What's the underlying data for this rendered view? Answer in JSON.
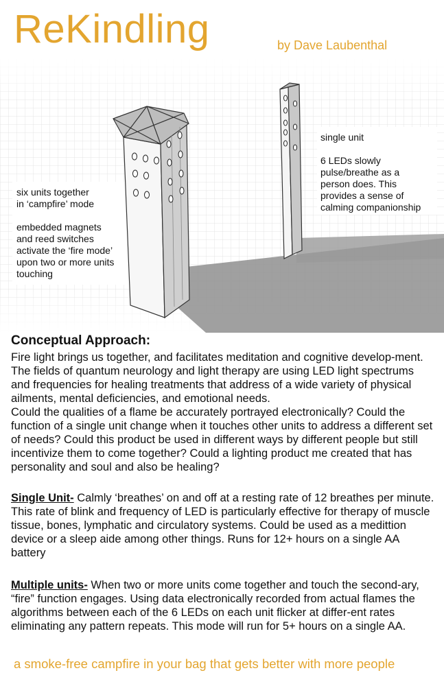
{
  "header": {
    "title": "ReKindling",
    "byline": "by Dave Laubenthal"
  },
  "illustration": {
    "left_annotation": {
      "line1": "six units together",
      "line2": "in ‘campfire’ mode",
      "line3": "embedded magnets",
      "line4": "and reed switches",
      "line5": "activate the ‘fire mode’",
      "line6": "upon two or more units",
      "line7": "touching"
    },
    "right_annotation": {
      "line1": "single unit",
      "line2": "6 LEDs slowly",
      "line3": "pulse/breathe as a",
      "line4": "person does.  This",
      "line5": "provides a sense of",
      "line6": "calming companionship"
    }
  },
  "concept": {
    "heading": "Conceptual Approach:",
    "paragraph": "Fire light brings us together, and facilitates meditation and cognitive develop-ment.  The fields of quantum neurology and light therapy are using LED light spectrums and frequencies for healing treatments that address of a wide variety of physical ailments, mental deficiencies, and emotional needs.",
    "questions": "Could the qualities of a flame be accurately portrayed electronically? Could the function of a single unit change when it touches other units to address a different set of needs?  Could this product be used in different ways by different people but still incentivize them to come together?  Could a lighting product me created that has personality and soul and also be healing?"
  },
  "single_unit": {
    "label": "Single Unit-",
    "text": " Calmly ‘breathes’ on and off at a resting rate of 12 breathes per minute.  This rate of blink and frequency of LED is particularly effective for therapy of muscle tissue, bones, lymphatic and circulatory systems.  Could be used as a medittion device or a sleep aide among other things.  Runs for 12+ hours on a single AA battery"
  },
  "multiple_units": {
    "label": "Multiple units-",
    "text": " When two or more units come together and touch the second-ary, “fire” function engages.  Using data electronically recorded from actual flames the algorithms between each of the 6 LEDs on each unit flicker at differ-ent rates eliminating any pattern repeats.  This mode will run for 5+ hours on a single AA."
  },
  "tagline": "a smoke-free campfire in your bag that gets better with more people",
  "colors": {
    "accent": "#e3a52f",
    "grid": "#d9d9d9",
    "shadow": "#8f8f8f"
  }
}
